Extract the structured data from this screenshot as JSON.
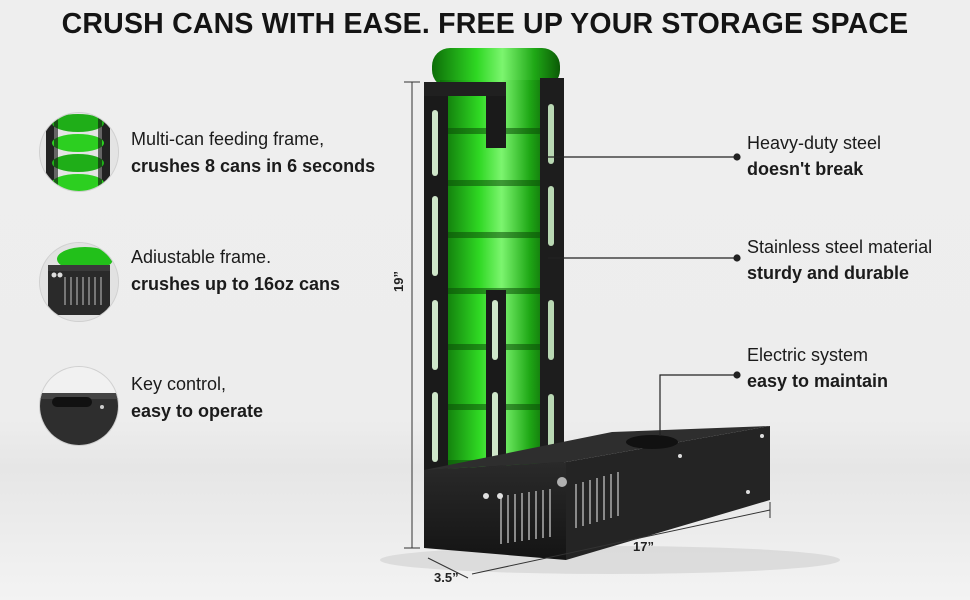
{
  "headline": "CRUSH CANS WITH EASE. FREE UP YOUR STORAGE SPACE",
  "features": [
    {
      "line1": "Multi-can feeding frame,",
      "line2": "crushes 8 cans in 6 seconds",
      "icon": "can-stack-icon"
    },
    {
      "line1": "Adiustable frame.",
      "line2": "crushes up to 16oz cans",
      "icon": "frame-adjust-icon"
    },
    {
      "line1": "Key control,",
      "line2": "easy to operate",
      "icon": "key-control-icon"
    }
  ],
  "callouts": [
    {
      "line1": "Heavy-duty steel",
      "line2": "doesn't break"
    },
    {
      "line1": "Stainless steel material",
      "line2": "sturdy and durable"
    },
    {
      "line1": "Electric system",
      "line2": "easy to maintain"
    }
  ],
  "dimensions": {
    "height": "19”",
    "length": "17”",
    "width": "3.5”"
  },
  "colors": {
    "can_green": "#25c21b",
    "steel_black": "#1c1c1c",
    "background": "#eeeeee"
  }
}
